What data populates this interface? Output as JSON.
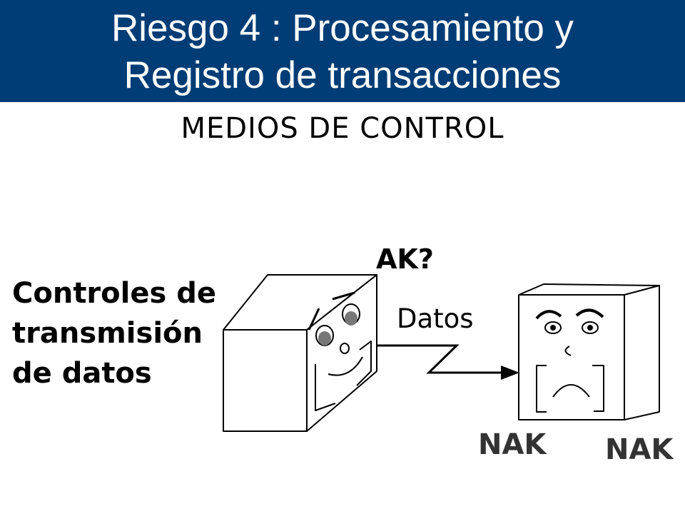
{
  "title": {
    "line1": "Riesgo 4 : Procesamiento y",
    "line2": "Registro de transacciones"
  },
  "subtitle": "MEDIOS DE CONTROL",
  "side_label": {
    "line1": "Controles de",
    "line2": "transmisión",
    "line3": "de datos"
  },
  "diagram": {
    "ack_label": "AK?",
    "data_label": "Datos",
    "nak_label_1": "NAK",
    "nak_label_2": "NAK"
  },
  "colors": {
    "title_bg": "#003c75",
    "title_text": "#ffffff",
    "nak_text": "#333333"
  }
}
